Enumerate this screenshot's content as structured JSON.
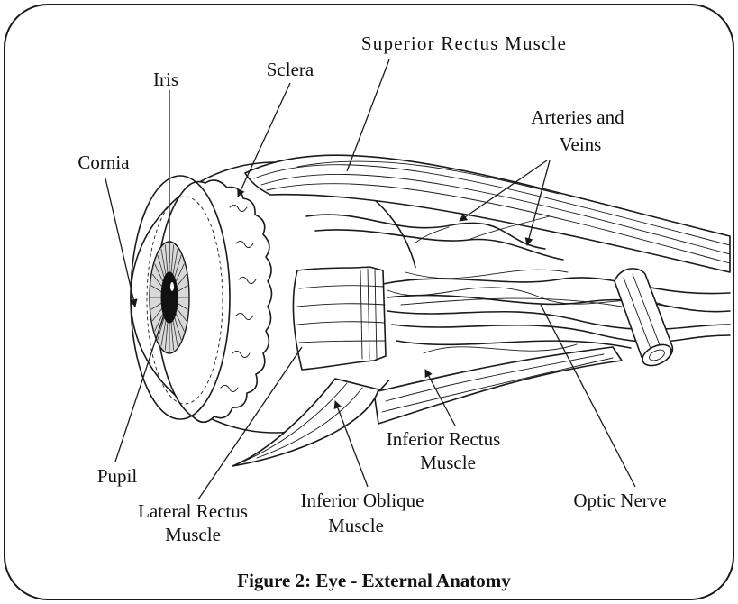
{
  "labels": {
    "superior_rectus": "Superior Rectus Muscle",
    "iris": "Iris",
    "sclera": "Sclera",
    "arteries_veins": [
      "Arteries and",
      "Veins"
    ],
    "cornia": "Cornia",
    "pupil": "Pupil",
    "lateral_rectus": [
      "Lateral Rectus",
      "Muscle"
    ],
    "inferior_oblique": [
      "Inferior Oblique",
      "Muscle"
    ],
    "inferior_rectus": [
      "Inferior Rectus",
      "Muscle"
    ],
    "optic_nerve": "Optic Nerve"
  },
  "figure": {
    "caption": "Figure 2: Eye - External Anatomy"
  }
}
